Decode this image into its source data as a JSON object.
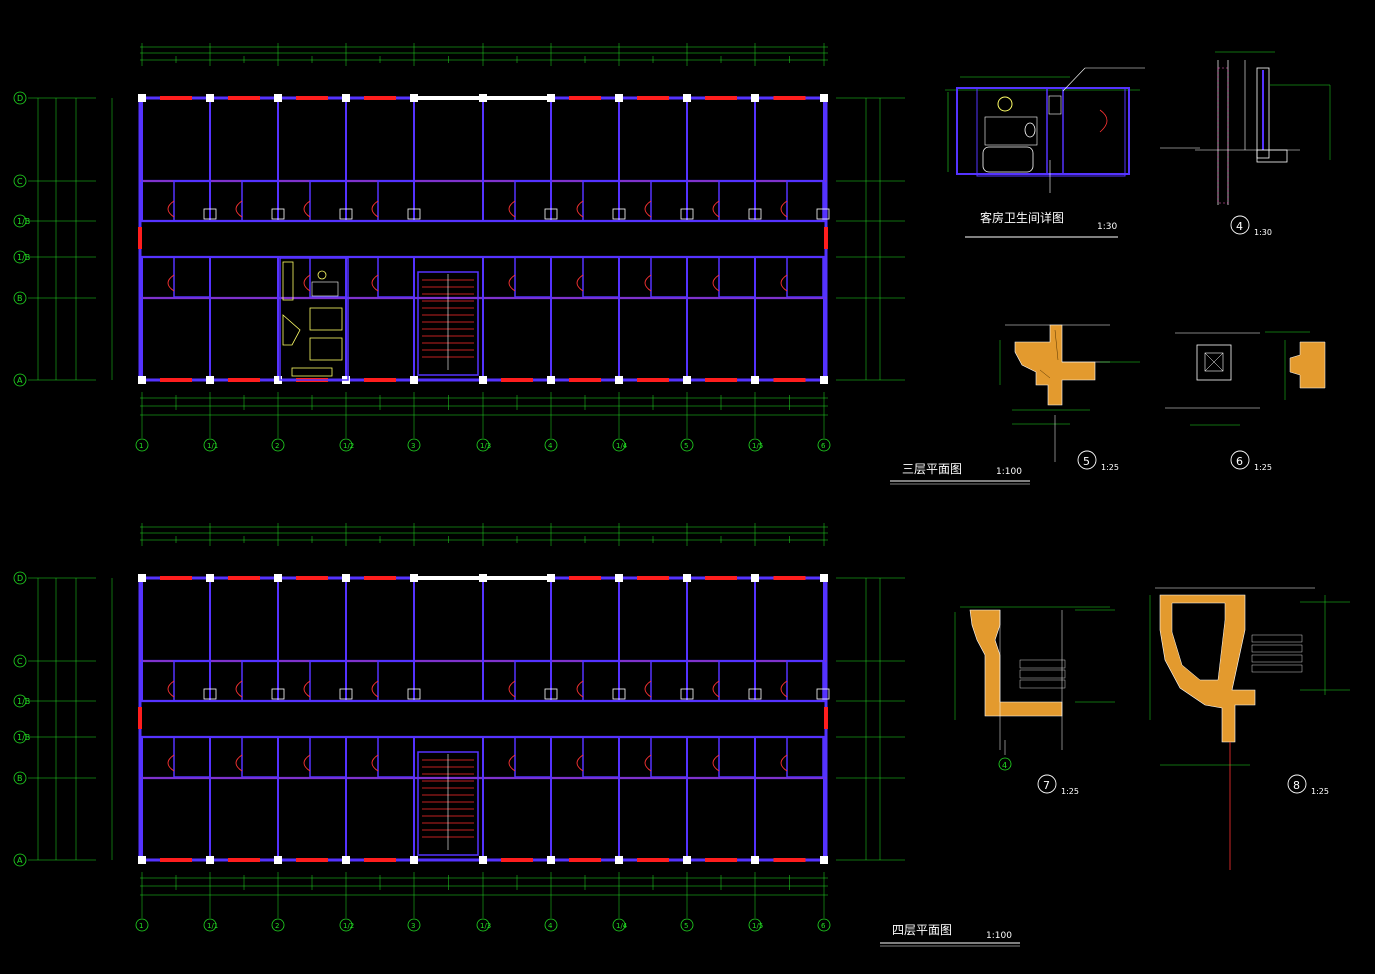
{
  "colors": {
    "background": "#000000",
    "wall": "#5533ff",
    "wall_fill": "#6a1fd8",
    "dim": "#22dd22",
    "window": "#ff1e1e",
    "text": "#ffffff",
    "detail_fill": "#e39a2e",
    "axis_line": "#ff3030",
    "stair": "#ff2a2a",
    "door": "#ff3333",
    "fixture": "#ffff66"
  },
  "plans": {
    "third_floor": {
      "title": "三层平面图",
      "scale": "1:100"
    },
    "fourth_floor": {
      "title": "四层平面图",
      "scale": "1:100"
    }
  },
  "axes": {
    "horizontal": [
      "1",
      "1/1",
      "2",
      "1/2",
      "3",
      "1/3",
      "4",
      "1/4",
      "5",
      "1/5",
      "6"
    ],
    "vertical": [
      "D",
      "C",
      "1/B",
      "1/B",
      "B",
      "A"
    ]
  },
  "details": {
    "bathroom": {
      "title": "客房卫生间详图",
      "scale": "1:30"
    },
    "d4_top": {
      "num": "4",
      "scale": "1:30"
    },
    "d5": {
      "num": "5",
      "scale": "1:25"
    },
    "d6": {
      "num": "6",
      "scale": "1:25"
    },
    "d7": {
      "num": "7",
      "scale": "1:25"
    },
    "d8": {
      "num": "8",
      "scale": "1:25"
    },
    "d7_axis": "4"
  }
}
